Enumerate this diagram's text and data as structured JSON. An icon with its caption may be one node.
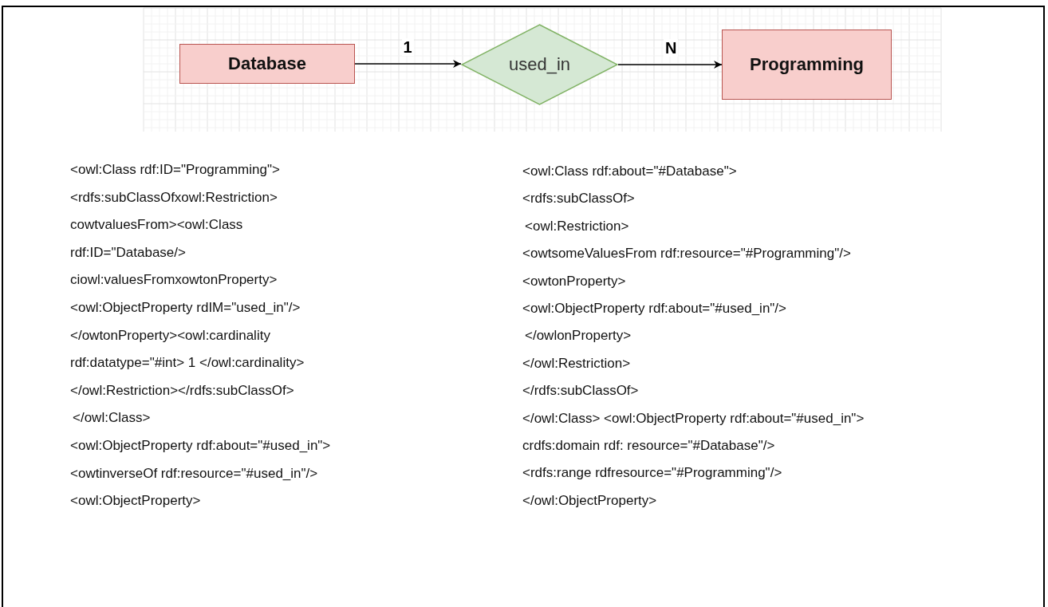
{
  "diagram": {
    "nodes": [
      {
        "text": [
          "Database"
        ]
      },
      {
        "text": [
          "used_in"
        ]
      },
      {
        "text": [
          "Programming"
        ]
      }
    ],
    "edges": [
      {
        "from": 0,
        "to": 1,
        "arrow": "to",
        "label": "1"
      },
      {
        "from": 1,
        "to": 2,
        "arrow": "to",
        "label": "N"
      }
    ],
    "labels": [
      "<owl:Class rdf:ID=\"Programming\">",
      "<rdfs:subClassOfxowl:Restriction>",
      "cowtvaluesFrom><owl:Class",
      "rdf:ID=\"Database/>",
      "ciowl:valuesFromxowtonProperty>",
      "<owl:ObjectProperty rdIM=\"used_in\"/>",
      "</owtonProperty><owl:cardinality",
      "rdf:datatype=\"#int> 1 </owl:cardinality>",
      "</owl:Restriction></rdfs:subClassOf>",
      "</owl:Class>",
      "<owl:ObjectProperty rdf:about=\"#used_in\">",
      "<owtinverseOf rdf:resource=\"#used_in\"/>",
      "<owl:ObjectProperty>",
      "<owl:Class rdf:about=\"#Database\">",
      "<rdfs:subClassOf>",
      "<owl:Restriction>",
      "<owtsomeValuesFrom rdf:resource=\"#Programming\"/>",
      "<owtonProperty>",
      "<owl:ObjectProperty rdf:about=\"#used_in\"/>",
      "</owlonProperty>",
      "</owl:Restriction>",
      "</rdfs:subClassOf>",
      "</owl:Class> <owl:ObjectProperty rdf:about=\"#used_in\">",
      "crdfs:domain rdf: resource=\"#Database\"/>",
      "<rdfs:range rdfresource=\"#Programming\"/>",
      "</owl:ObjectProperty>"
    ]
  }
}
